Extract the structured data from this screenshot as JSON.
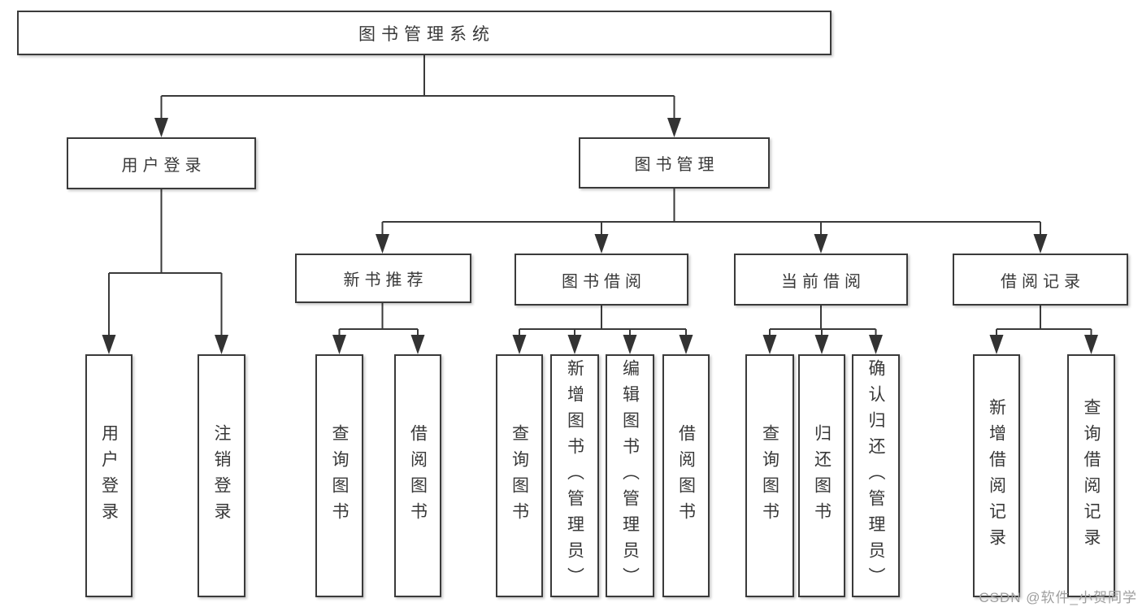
{
  "diagram": {
    "type": "tree-structure-chart",
    "colors": {
      "line": "#3a3a3a",
      "box_border": "#3a3a3a",
      "box_fill": "#ffffff",
      "text": "#383838",
      "watermark_text": "#9e9e9e"
    },
    "nodes": {
      "root": {
        "label": "图书管理系统"
      },
      "user_login": {
        "label": "用户登录"
      },
      "book_mgmt": {
        "label": "图书管理"
      },
      "new_book_rec": {
        "label": "新书推荐"
      },
      "book_borrow": {
        "label": "图书借阅"
      },
      "current_borrow": {
        "label": "当前借阅"
      },
      "borrow_record": {
        "label": "借阅记录"
      },
      "leaf_user_login": {
        "label": "用户登录"
      },
      "leaf_logout": {
        "label": "注销登录"
      },
      "leaf_query_book_1": {
        "label": "查询图书"
      },
      "leaf_borrow_book_1": {
        "label": "借阅图书"
      },
      "leaf_query_book_2": {
        "label": "查询图书"
      },
      "leaf_add_book": {
        "label": "新增图书（管理员）"
      },
      "leaf_edit_book": {
        "label": "编辑图书（管理员）"
      },
      "leaf_borrow_book_2": {
        "label": "借阅图书"
      },
      "leaf_query_book_3": {
        "label": "查询图书"
      },
      "leaf_return_book": {
        "label": "归还图书"
      },
      "leaf_confirm_return": {
        "label": "确认归还（管理员）"
      },
      "leaf_add_record": {
        "label": "新增借阅记录"
      },
      "leaf_query_record": {
        "label": "查询借阅记录"
      }
    },
    "edges": [
      {
        "parent": "root",
        "children": [
          "user_login",
          "book_mgmt"
        ]
      },
      {
        "parent": "user_login",
        "children": [
          "leaf_user_login",
          "leaf_logout"
        ]
      },
      {
        "parent": "book_mgmt",
        "children": [
          "new_book_rec",
          "book_borrow",
          "current_borrow",
          "borrow_record"
        ]
      },
      {
        "parent": "new_book_rec",
        "children": [
          "leaf_query_book_1",
          "leaf_borrow_book_1"
        ]
      },
      {
        "parent": "book_borrow",
        "children": [
          "leaf_query_book_2",
          "leaf_add_book",
          "leaf_edit_book",
          "leaf_borrow_book_2"
        ]
      },
      {
        "parent": "current_borrow",
        "children": [
          "leaf_query_book_3",
          "leaf_return_book",
          "leaf_confirm_return"
        ]
      },
      {
        "parent": "borrow_record",
        "children": [
          "leaf_add_record",
          "leaf_query_record"
        ]
      }
    ],
    "watermark": "CSDN @软件_小贺同学"
  }
}
